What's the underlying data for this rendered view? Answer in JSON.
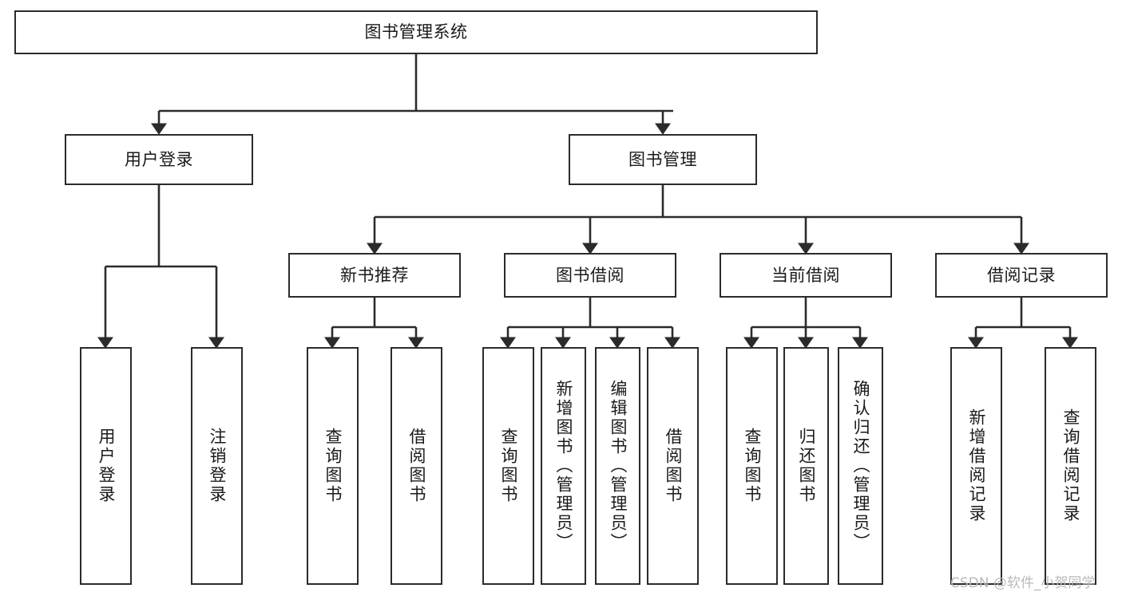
{
  "diagram": {
    "title": "图书管理系统",
    "type": "hierarchy-tree",
    "levels": 4,
    "nodes": {
      "root": {
        "label": "图书管理系统"
      },
      "user_login": {
        "label": "用户登录"
      },
      "book_manage": {
        "label": "图书管理"
      },
      "new_book_rec": {
        "label": "新书推荐"
      },
      "book_borrow": {
        "label": "图书借阅"
      },
      "current_borrow": {
        "label": "当前借阅"
      },
      "borrow_record": {
        "label": "借阅记录"
      },
      "leaf_user_login": {
        "label": "用户登录"
      },
      "leaf_logout": {
        "label": "注销登录"
      },
      "leaf_query_book_1": {
        "label": "查询图书"
      },
      "leaf_borrow_book_1": {
        "label": "借阅图书"
      },
      "leaf_query_book_2": {
        "label": "查询图书"
      },
      "leaf_add_book": {
        "label": "新增图书（管理员）"
      },
      "leaf_edit_book": {
        "label": "编辑图书（管理员）"
      },
      "leaf_borrow_book_2": {
        "label": "借阅图书"
      },
      "leaf_query_book_3": {
        "label": "查询图书"
      },
      "leaf_return_book": {
        "label": "归还图书"
      },
      "leaf_confirm_return": {
        "label": "确认归还（管理员）"
      },
      "leaf_add_record": {
        "label": "新增借阅记录"
      },
      "leaf_query_record": {
        "label": "查询借阅记录"
      }
    },
    "edges": [
      {
        "from": "root",
        "to": "user_login"
      },
      {
        "from": "root",
        "to": "book_manage"
      },
      {
        "from": "user_login",
        "to": "leaf_user_login"
      },
      {
        "from": "user_login",
        "to": "leaf_logout"
      },
      {
        "from": "book_manage",
        "to": "new_book_rec"
      },
      {
        "from": "book_manage",
        "to": "book_borrow"
      },
      {
        "from": "book_manage",
        "to": "current_borrow"
      },
      {
        "from": "book_manage",
        "to": "borrow_record"
      },
      {
        "from": "new_book_rec",
        "to": "leaf_query_book_1"
      },
      {
        "from": "new_book_rec",
        "to": "leaf_borrow_book_1"
      },
      {
        "from": "book_borrow",
        "to": "leaf_query_book_2"
      },
      {
        "from": "book_borrow",
        "to": "leaf_add_book"
      },
      {
        "from": "book_borrow",
        "to": "leaf_edit_book"
      },
      {
        "from": "book_borrow",
        "to": "leaf_borrow_book_2"
      },
      {
        "from": "current_borrow",
        "to": "leaf_query_book_3"
      },
      {
        "from": "current_borrow",
        "to": "leaf_return_book"
      },
      {
        "from": "current_borrow",
        "to": "leaf_confirm_return"
      },
      {
        "from": "borrow_record",
        "to": "leaf_add_record"
      },
      {
        "from": "borrow_record",
        "to": "leaf_query_record"
      }
    ],
    "colors": {
      "stroke": "#2b2b2b",
      "fill": "#ffffff",
      "text": "#1a1a1a",
      "watermark": "#b9b9b9"
    }
  },
  "watermark": {
    "text": "CSDN @软件_小贺同学"
  }
}
